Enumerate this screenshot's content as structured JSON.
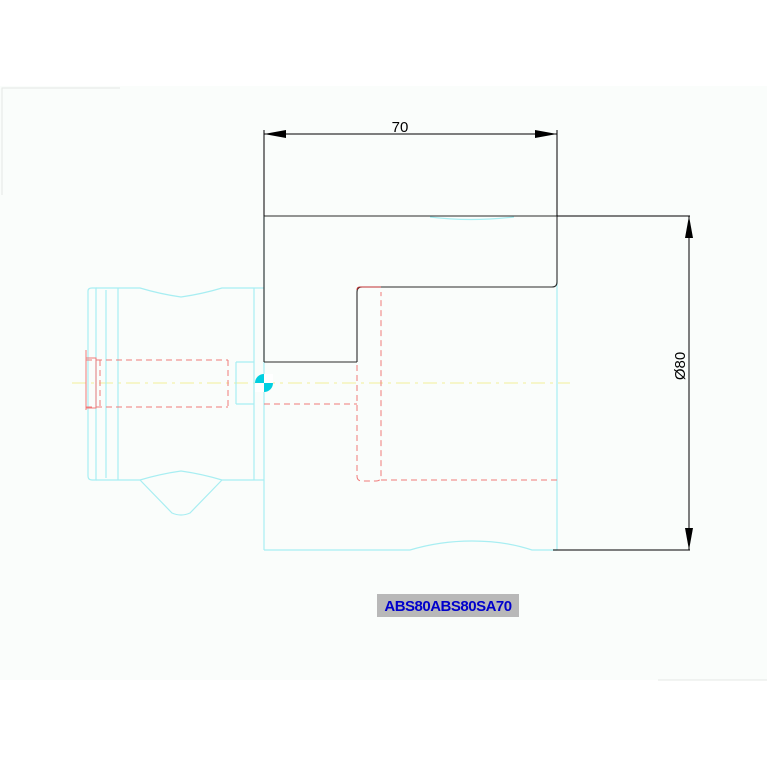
{
  "drawing": {
    "dimension_horizontal": "70",
    "dimension_vertical": "Ø80",
    "part_label": "ABS80ABS80SA70"
  },
  "colors": {
    "background": "#fafdfb",
    "outline_cyan": "#a8eef2",
    "hidden_red": "#f07a7a",
    "center_yellow": "#f2ee9a",
    "dimension": "#000000",
    "edge_dark": "#2a2a2a",
    "label_text": "#0000cc",
    "label_bg": "#b8b8b8",
    "hole_marker": "#00cfe0"
  }
}
